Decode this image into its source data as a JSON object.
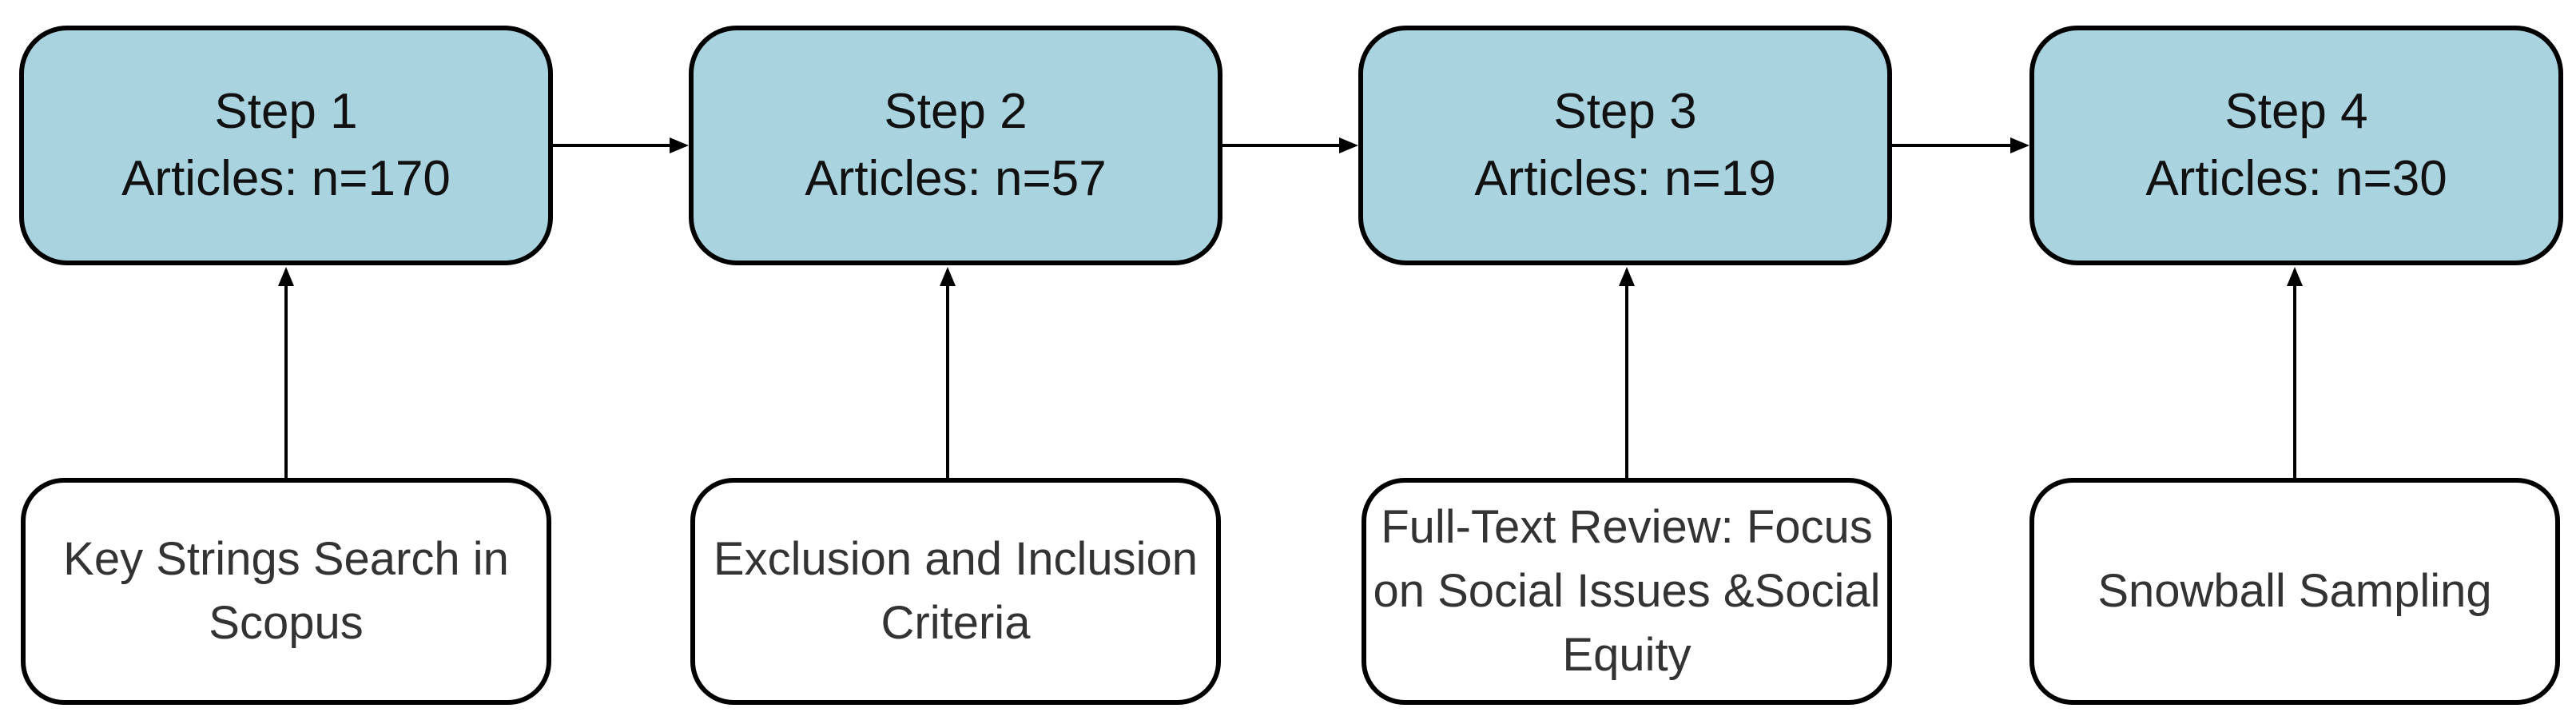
{
  "steps": [
    {
      "title": "Step 1",
      "count": "Articles: n=170"
    },
    {
      "title": "Step 2",
      "count": "Articles: n=57"
    },
    {
      "title": "Step 3",
      "count": "Articles: n=19"
    },
    {
      "title": "Step 4",
      "count": "Articles: n=30"
    }
  ],
  "criteria": [
    {
      "text": "Key Strings Search in Scopus"
    },
    {
      "text": "Exclusion and Inclusion Criteria"
    },
    {
      "text": "Full-Text Review: Focus on Social Issues &Social Equity"
    },
    {
      "text": "Snowball Sampling"
    }
  ],
  "colors": {
    "step_fill": "#a9d3df",
    "border": "#000000",
    "criteria_fill": "#ffffff"
  }
}
